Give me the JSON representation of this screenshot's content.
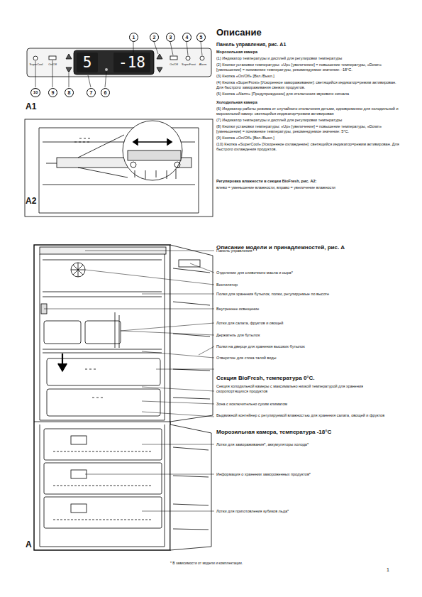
{
  "diagram": {
    "title": "Описание",
    "nodes": [
      {
        "text": [
          "5"
        ]
      },
      {
        "text": [
          "-18"
        ]
      }
    ],
    "labels": [
      "1",
      "2",
      "3",
      "4",
      "5",
      "10",
      "9",
      "8",
      "7",
      "6",
      "SuperCool",
      "On/Off",
      "On/Off",
      "SuperFrost",
      "Alarm",
      "A1",
      "A2",
      "A",
      "Панель управления, рис. A1",
      "Морозильная камера",
      "(1) Индикатор температуры и дисплей для регулировки температуры",
      "(2) Кнопки установки температуры: «Up» [увеличение] = повышение температуры, «Down» [уменьшение] = понижение температуры, рекомендуемое значение: -18°C.",
      "(3) Кнопка «On/Off» [Вкл./Выкл.]",
      "(4) Кнопка «SuperFrost» [Ускоренное замораживание]: светящийся индикатор=режим активирован. Для быстрого замораживания свежих продуктов.",
      "(5) Кнопка «Alarm» [Предупреждение] для отключения звукового сигнала",
      "Холодильная камера",
      "(6) Индикатор работы режима от случайного отключения детьми, одновременно для холодильной и морозильной камер: светящийся индикатор=режим активирован",
      "(7) Индикатор температуры и дисплей для регулировки температуры",
      "(8) Кнопки установки температуры: «Up» [увеличение] = повышение температуры, «Down» [уменьшение] = понижение температуры, рекомендуемое значение: 5°C.",
      "(9) Кнопка «On/Off» [Вкл./Выкл.]",
      "(10) Кнопка «SuperCool» [Ускоренное охлаждение]: светящийся индикатор=режим активирован. Для быстрого охлаждения продуктов.",
      "Регулировка влажности в секции BioFresh, рис. A2:",
      "влево = уменьшение влажности, вправо = увеличение влажности",
      "Описание модели и принадлежностей, рис. A",
      "Панель управления",
      "Отделение для сливочного масла и сыра*",
      "Вентилятор",
      "Полки для хранения бутылок, полки, регулируемые по высоте",
      "Внутреннее освещение",
      "Лотки для салата, фруктов и овощей",
      "Держатель для бутылок",
      "Полки на дверце для хранения высоких бутылок",
      "Отверстие для стока талой воды",
      "Секция BioFresh, температура 0°С.",
      "Секция холодильной камеры с максимально низкой температурой для хранения скоропортящихся продуктов",
      "Зона с исключительно сухим климатом",
      "Выдвижной контейнер с регулируемой влажностью для хранения салата, овощей и фруктов",
      "Морозильная камера, температура -18°С",
      "Лотки для замораживания*, аккумуляторы холода*",
      "Информация о хранении замороженных продуктов*",
      "Лотки для приготовления кубиков льда*",
      "* В зависимости от модели и комплектации.",
      "1"
    ]
  }
}
